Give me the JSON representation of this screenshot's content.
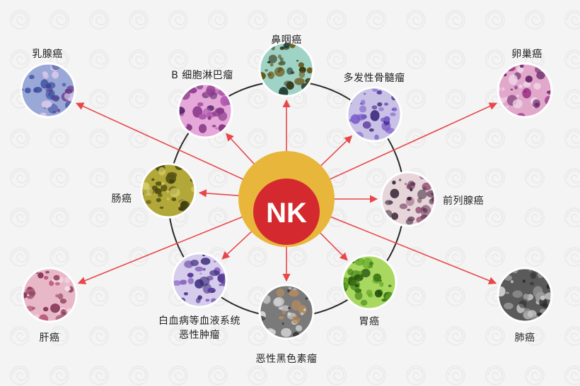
{
  "center": {
    "label": "NK",
    "outer_color": "#e8b63a",
    "inner_color": "#d42a2f"
  },
  "arrow_color": "#e8474a",
  "ring_color": "#2a2a2a",
  "cancers": [
    {
      "id": "nasopharyngeal",
      "label": "鼻咽癌",
      "ring": true,
      "tex": "teal"
    },
    {
      "id": "multiple-myeloma",
      "label": "多发性骨髓瘤",
      "ring": true,
      "tex": "purple"
    },
    {
      "id": "prostate",
      "label": "前列腺癌",
      "ring": true,
      "tex": "mauve"
    },
    {
      "id": "stomach",
      "label": "胃癌",
      "ring": true,
      "tex": "green"
    },
    {
      "id": "melanoma",
      "label": "恶性黑色素瘤",
      "ring": true,
      "tex": "gray"
    },
    {
      "id": "leukemia",
      "label_lines": [
        "白血病等血液系统",
        "恶性肿瘤"
      ],
      "ring": true,
      "tex": "violet"
    },
    {
      "id": "colon",
      "label": "肠癌",
      "ring": true,
      "tex": "olive"
    },
    {
      "id": "b-lymphoma",
      "label": "B 细胞淋巴瘤",
      "ring": true,
      "tex": "pink"
    },
    {
      "id": "breast",
      "label": "乳腺癌",
      "ring": false,
      "tex": "blue"
    },
    {
      "id": "ovarian",
      "label": "卵巢癌",
      "ring": false,
      "tex": "magenta"
    },
    {
      "id": "liver",
      "label": "肝癌",
      "ring": false,
      "tex": "rose"
    },
    {
      "id": "lung",
      "label": "肺癌",
      "ring": false,
      "tex": "dark"
    }
  ],
  "textures": {
    "teal": {
      "bg": "#9ed3c6",
      "dots": [
        "#3a3a1c",
        "#6b5a1a",
        "#1e3b33"
      ]
    },
    "purple": {
      "bg": "#c9c2e6",
      "dots": [
        "#5a3fa0",
        "#7a5ac8",
        "#3c2a7a"
      ]
    },
    "mauve": {
      "bg": "#e6d6da",
      "dots": [
        "#6a3a5a",
        "#9a5a7a",
        "#3d2a3a"
      ]
    },
    "green": {
      "bg": "#a8d860",
      "dots": [
        "#3e7a14",
        "#5aa020",
        "#1f4a0a"
      ]
    },
    "gray": {
      "bg": "#7a7a7a",
      "dots": [
        "#3a3a3a",
        "#b08a60",
        "#d8d8d8"
      ]
    },
    "violet": {
      "bg": "#d6ccec",
      "dots": [
        "#5a3a9a",
        "#3a2a7a",
        "#8a6ac0"
      ]
    },
    "olive": {
      "bg": "#b2a83a",
      "dots": [
        "#5a5414",
        "#3a3a0a",
        "#d8cf6a"
      ]
    },
    "pink": {
      "bg": "#e6a8d8",
      "dots": [
        "#8a3a8a",
        "#b05ab0",
        "#5a2a6a"
      ]
    },
    "blue": {
      "bg": "#9aa8d8",
      "dots": [
        "#3a4a9a",
        "#6a3a8a",
        "#d8c8e8"
      ]
    },
    "magenta": {
      "bg": "#e2a8cc",
      "dots": [
        "#a03a8a",
        "#6a2a6a",
        "#f0d8e8"
      ]
    },
    "rose": {
      "bg": "#e8b8c8",
      "dots": [
        "#b04a6a",
        "#8a3a5a",
        "#f4dce4"
      ]
    },
    "dark": {
      "bg": "#5a5a5a",
      "dots": [
        "#2a2a2a",
        "#9a9a9a",
        "#c8c8c8"
      ]
    }
  }
}
